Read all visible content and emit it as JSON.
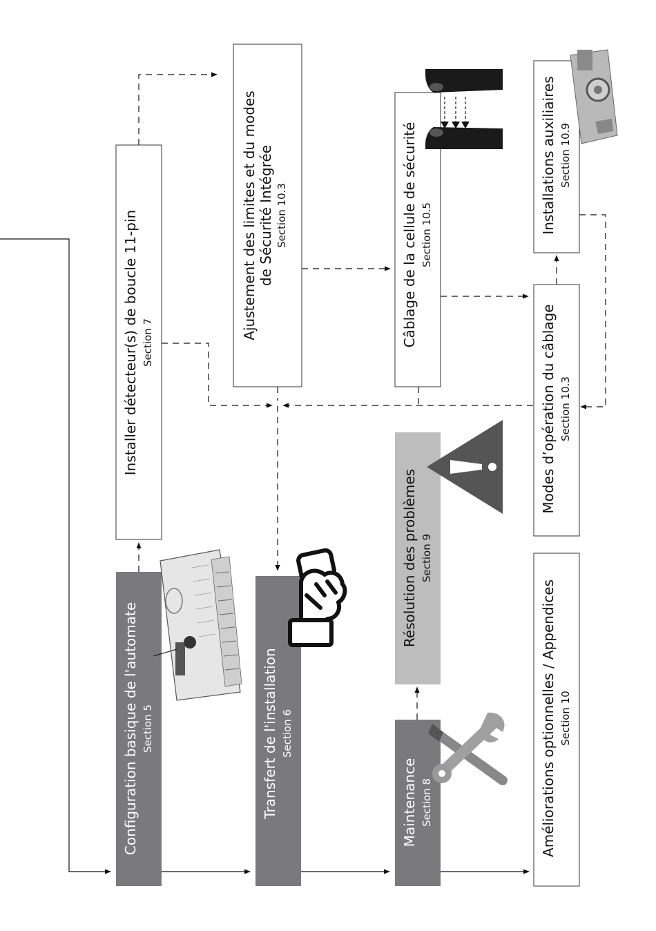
{
  "colors": {
    "dark_box": "#7a7a7c",
    "light_box": "#bdbdbd",
    "white_box": "#ffffff",
    "warning": "#555555",
    "line": "#111111"
  },
  "boxes": {
    "config": {
      "title": "Configuration basique de l'automate",
      "section": "Section 5"
    },
    "transfer": {
      "title": "Transfert de l'installation",
      "section": "Section 6"
    },
    "maintenance": {
      "title": "Maintenance",
      "section": "Section 8"
    },
    "ameliorations": {
      "title": "Améliorations optionnelles / Appendices",
      "section": "Section 10"
    },
    "detecteur": {
      "title": "Installer détecteur(s) de boucle 11-pin",
      "section": "Section 7"
    },
    "ajustement": {
      "title_line1": "Ajustement des limites et du modes",
      "title_line2": "de Sécurité Intégrée",
      "section": "Section 10.3"
    },
    "resolution": {
      "title": "Résolution des problèmes",
      "section": "Section 9"
    },
    "cablage_cellule": {
      "title": "Câblage de la cellule de sécurité",
      "section": "Section 10.5"
    },
    "modes_operation": {
      "title": "Modes d’opération du câblage",
      "section": "Section 10.3"
    },
    "installations_aux": {
      "title": "Installations auxiliaires",
      "section": "Section 10.9"
    }
  },
  "icons": {
    "controller": "controller-board-icon",
    "hand": "hand-icon",
    "warning": "warning-triangle-icon",
    "tools": "wrench-screwdriver-icon",
    "photocell": "safety-photocell-icon",
    "auxiliary": "auxiliary-device-icon"
  }
}
